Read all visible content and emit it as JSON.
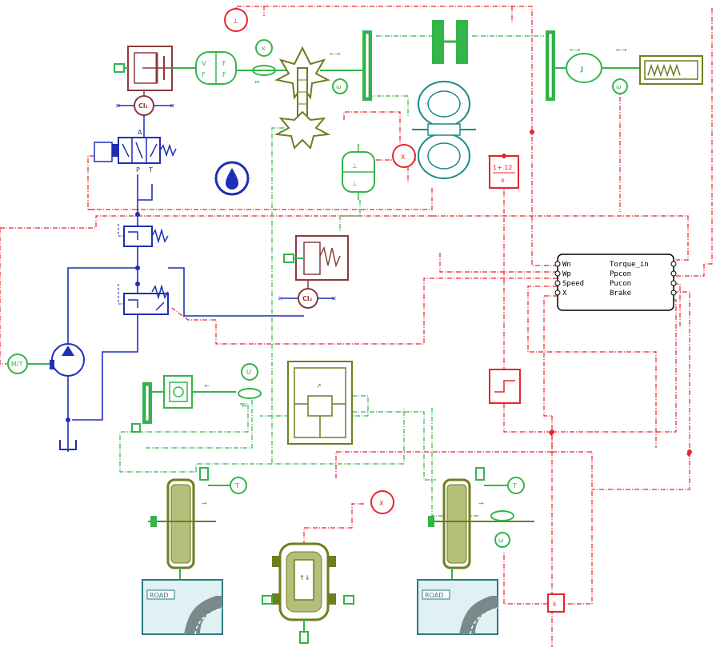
{
  "diagram": {
    "colors": {
      "control": "#e8242d",
      "mechanical": "#33b54a",
      "hydraulic": "#1f2fb5",
      "driveline": "#6e7d1e",
      "converter": "#1b8a8a",
      "clutch_actuator": "#8c3b3b"
    },
    "controller": {
      "inputs": [
        "Wn",
        "Wp",
        "Speed",
        "X"
      ],
      "outputs": [
        "Torque_in",
        "Ppcon",
        "Pucon",
        "Brake"
      ]
    },
    "clutch_labels": [
      "Cl₁",
      "Cl₂"
    ],
    "valve_port_labels": [
      "A",
      "P",
      "T"
    ],
    "signal_labels": [
      "X",
      "X",
      "k"
    ],
    "sensor_labels": [
      "ω",
      "ω",
      "ω",
      "T",
      "T",
      "U"
    ],
    "inertia_label": "J",
    "engine_label": "M/T",
    "function_label": "1+.12\n x",
    "road_signs": [
      "ROAD",
      "ROAD"
    ],
    "icons": [
      "hydraulic-reservoir-icon",
      "electric-motor-icon",
      "tank-icon",
      "vehicle-body-icon",
      "road-profile-icon"
    ]
  }
}
